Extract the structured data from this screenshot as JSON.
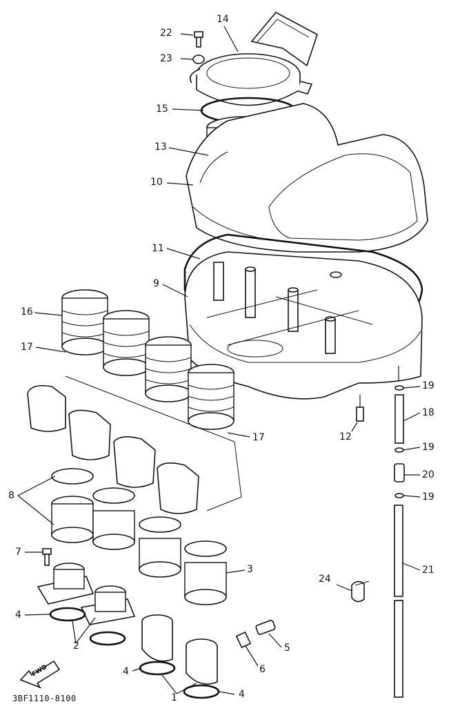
{
  "callouts": {
    "c1": "1",
    "c2": "2",
    "c3": "3",
    "c4a": "4",
    "c4b": "4",
    "c4c": "4",
    "c5": "5",
    "c6": "6",
    "c7": "7",
    "c8": "8",
    "c9": "9",
    "c10": "10",
    "c11": "11",
    "c12": "12",
    "c13": "13",
    "c14": "14",
    "c15": "15",
    "c16": "16",
    "c17a": "17",
    "c17b": "17",
    "c18": "18",
    "c19a": "19",
    "c19b": "19",
    "c19c": "19",
    "c20": "20",
    "c21": "21",
    "c22": "22",
    "c23": "23",
    "c24": "24"
  },
  "fwd_label": "FWD",
  "drawing_code": "3BF1110-8100"
}
